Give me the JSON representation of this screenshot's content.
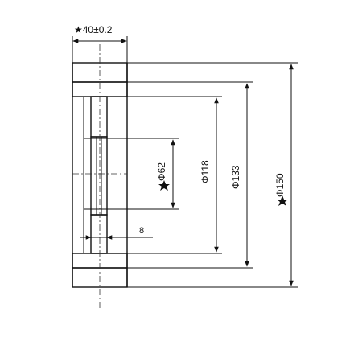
{
  "dimensions": {
    "width_label": "★40±0.2",
    "dia_62": "Φ62",
    "dia_118": "Φ118",
    "dia_133": "Φ133",
    "dia_150": "Φ150",
    "hub_width": "8"
  },
  "colors": {
    "ink": "#111111",
    "background": "#ffffff"
  },
  "icons": {
    "tolerance_marker": "star-icon"
  }
}
